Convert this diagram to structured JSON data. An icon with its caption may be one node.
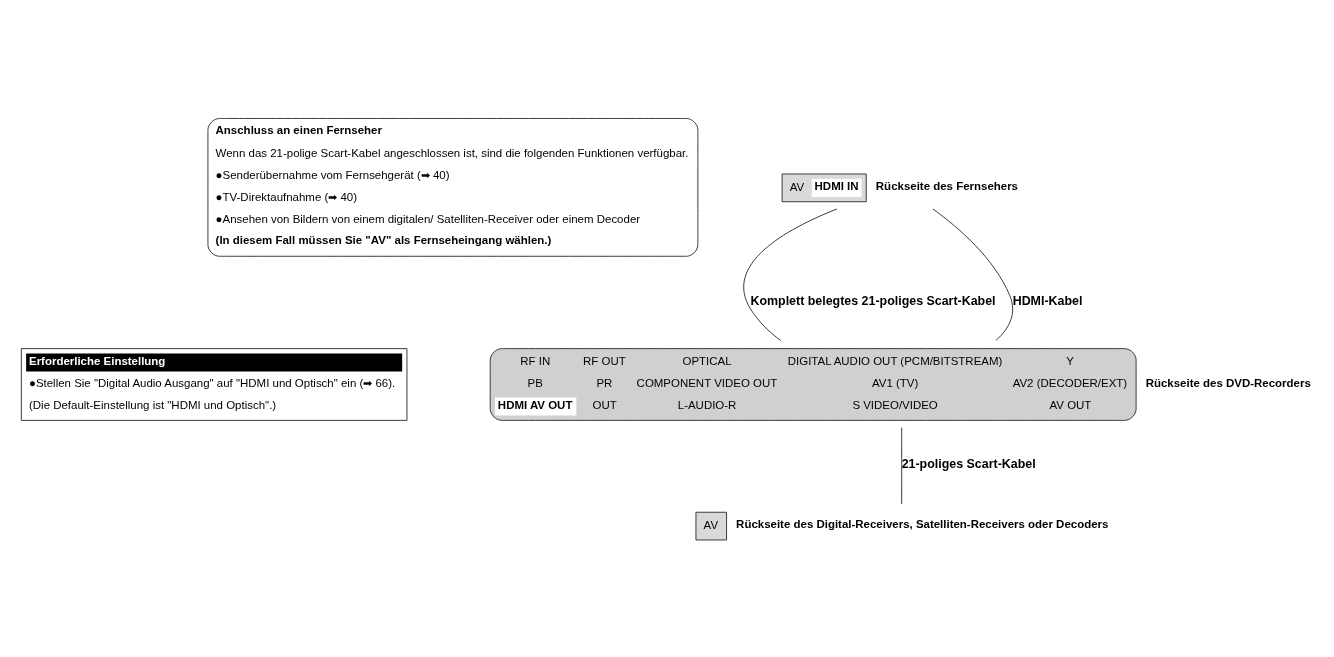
{
  "diagram": {
    "nodes": [
      {
        "text": [
          "AV",
          "HDMI IN"
        ],
        "beside": [
          "Rückseite des Fernsehers"
        ]
      },
      {
        "text": [
          "RF IN",
          "RF OUT",
          "OPTICAL",
          "DIGITAL AUDIO OUT (PCM/BITSTREAM)",
          "Y",
          "PB",
          "PR",
          "COMPONENT VIDEO OUT",
          "AV1 (TV)",
          "AV2 (DECODER/EXT)",
          "HDMI AV OUT",
          "OUT",
          "L-AUDIO-R",
          "S VIDEO/VIDEO",
          "AV OUT"
        ],
        "beside": [
          "Rückseite des DVD-Recorders"
        ]
      },
      {
        "text": [
          "AV"
        ],
        "beside": [
          "Rückseite des Digital-Receivers, Satelliten-Receivers oder Decoders"
        ]
      },
      {
        "text": [
          "Anschluss an einen Fernseher",
          "Wenn das 21-polige Scart-Kabel angeschlossen ist, sind die folgenden Funktionen verfügbar.",
          "●Senderübernahme vom Fernsehgerät (➡ 40)",
          "●TV-Direktaufnahme (➡ 40)",
          "●Ansehen von Bildern von einem digitalen/ Satelliten-Receiver oder einem Decoder",
          "(In diesem Fall müssen Sie \"AV\" als Fernseheingang wählen.)"
        ]
      },
      {
        "text": [
          "Erforderliche Einstellung",
          "●Stellen Sie \"Digital Audio Ausgang\" auf \"HDMI und Optisch\" ein (➡ 66).",
          "(Die Default-Einstellung ist \"HDMI und Optisch\".)"
        ]
      }
    ],
    "edges": [
      {
        "from": 0,
        "to": 1,
        "arrow": "none",
        "label": "Komplett belegtes 21-poliges Scart-Kabel"
      },
      {
        "from": 0,
        "to": 1,
        "arrow": "none",
        "label": "HDMI-Kabel"
      },
      {
        "from": 1,
        "to": 2,
        "arrow": "none",
        "label": "21-poliges Scart-Kabel"
      }
    ]
  }
}
